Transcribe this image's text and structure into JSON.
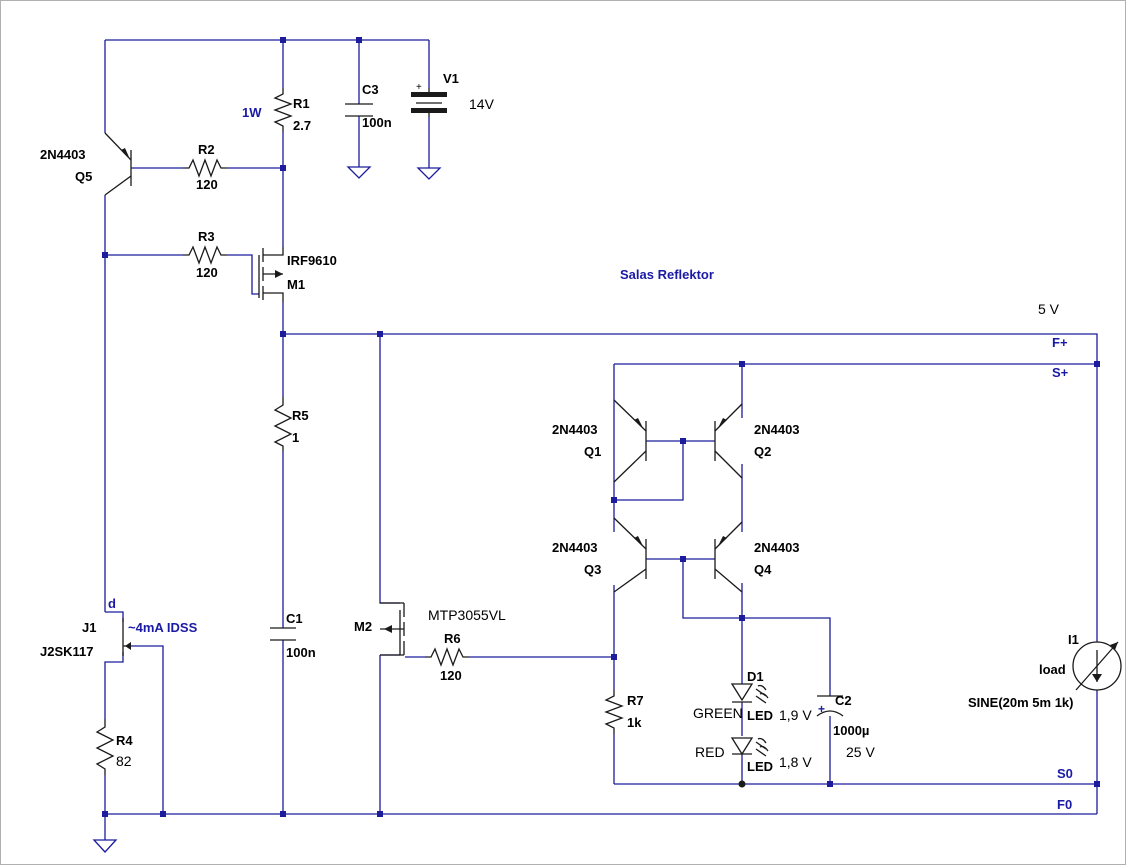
{
  "title_note": "Salas Reflektor",
  "supply": {
    "name": "V1",
    "value": "14V"
  },
  "output_voltage": "5 V",
  "ports": {
    "f_plus": "F+",
    "s_plus": "S+",
    "s_zero": "S0",
    "f_zero": "F0"
  },
  "components": {
    "r1": {
      "name": "R1",
      "value": "2.7",
      "note": "1W"
    },
    "r2": {
      "name": "R2",
      "value": "120"
    },
    "r3": {
      "name": "R3",
      "value": "120"
    },
    "r4": {
      "name": "R4",
      "value": "82"
    },
    "r5": {
      "name": "R5",
      "value": "1"
    },
    "r6": {
      "name": "R6",
      "value": "120"
    },
    "r7": {
      "name": "R7",
      "value": "1k"
    },
    "c1": {
      "name": "C1",
      "value": "100n"
    },
    "c2": {
      "name": "C2",
      "value": "1000µ",
      "rating": "25 V"
    },
    "c3": {
      "name": "C3",
      "value": "100n"
    },
    "q5": {
      "name": "Q5",
      "model": "2N4403"
    },
    "q1": {
      "name": "Q1",
      "model": "2N4403"
    },
    "q2": {
      "name": "Q2",
      "model": "2N4403"
    },
    "q3": {
      "name": "Q3",
      "model": "2N4403"
    },
    "q4": {
      "name": "Q4",
      "model": "2N4403"
    },
    "m1": {
      "name": "M1",
      "model": "IRF9610"
    },
    "m2": {
      "name": "M2",
      "model": "MTP3055VL"
    },
    "j1": {
      "name": "J1",
      "model": "J2SK117",
      "pin": "d",
      "note": "~4mA IDSS"
    },
    "d1": {
      "name": "D1",
      "type": "LED",
      "color": "GREEN",
      "vf": "1,9 V"
    },
    "d2": {
      "type": "LED",
      "color": "RED",
      "vf": "1,8 V"
    },
    "i1": {
      "name": "I1",
      "value": "load",
      "source": "SINE(20m 5m 1k)"
    }
  }
}
